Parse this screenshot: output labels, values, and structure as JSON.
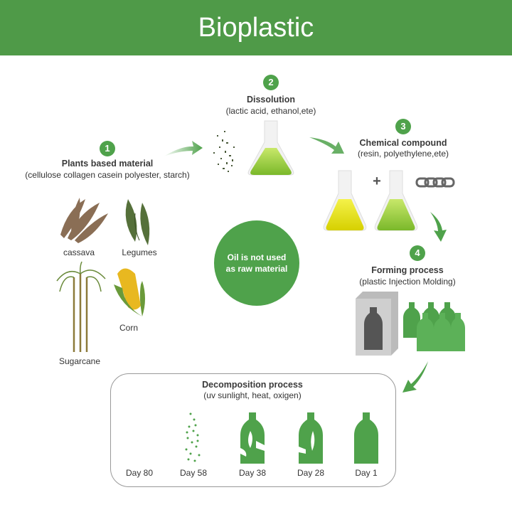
{
  "title": "Bioplastic",
  "steps": [
    {
      "number": "1",
      "title": "Plants based material",
      "subtitle": "(cellulose collagen casein polyester, starch)"
    },
    {
      "number": "2",
      "title": "Dissolution",
      "subtitle": "(lactic acid, ethanol,ete)"
    },
    {
      "number": "3",
      "title": "Chemical compound",
      "subtitle": "(resin, polyethylene,ete)"
    },
    {
      "number": "4",
      "title": "Forming process",
      "subtitle": "(plastic Injection Molding)"
    }
  ],
  "plants": [
    "cassava",
    "Legumes",
    "Corn",
    "Sugarcane"
  ],
  "center_note": "Oil is not used as raw material",
  "plus": "+",
  "decomposition": {
    "title": "Decomposition process",
    "subtitle": "(uv sunlight, heat, oxigen)",
    "days": [
      "Day 80",
      "Day 58",
      "Day 38",
      "Day 28",
      "Day 1"
    ]
  },
  "colors": {
    "green": "#4fa24b",
    "header": "#4f9a48",
    "yellow": "#e3e000",
    "lightgreen": "#9ccf2c"
  }
}
